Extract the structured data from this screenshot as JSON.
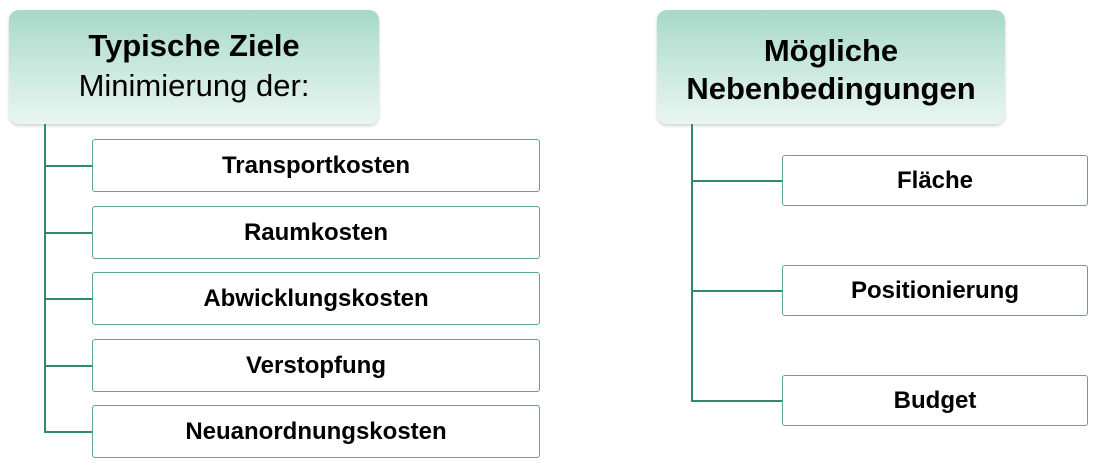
{
  "left_group": {
    "title": "Typische Ziele",
    "subtitle": "Minimierung der:",
    "items": [
      "Transportkosten",
      "Raumkosten",
      "Abwicklungskosten",
      "Verstopfung",
      "Neuanordnungskosten"
    ]
  },
  "right_group": {
    "title_line1": "Mögliche",
    "title_line2": "Nebenbedingungen",
    "items": [
      "Fläche",
      "Positionierung",
      "Budget"
    ]
  },
  "colors": {
    "header_fill": "#a6d8c8",
    "connector": "#2f8d66",
    "box_border": "#5aa989"
  }
}
